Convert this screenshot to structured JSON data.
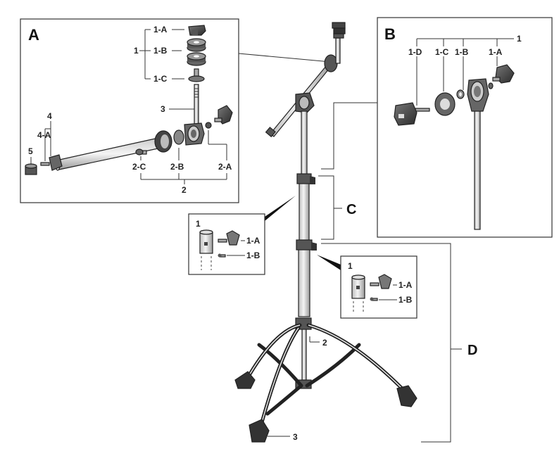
{
  "panels": {
    "A": {
      "title": "A",
      "labels": {
        "l1": "1",
        "l1a": "1-A",
        "l1b": "1-B",
        "l1c": "1-C",
        "l3": "3",
        "l4": "4",
        "l4a": "4-A",
        "l5": "5",
        "l2c": "2-C",
        "l2b": "2-B",
        "l2a": "2-A",
        "l2": "2"
      }
    },
    "B": {
      "title": "B",
      "labels": {
        "l1": "1",
        "l1d": "1-D",
        "l1c": "1-C",
        "l1b": "1-B",
        "l1a": "1-A"
      }
    },
    "C_detail": {
      "labels": {
        "l1": "1",
        "l1a": "1-A",
        "l1b": "1-B"
      }
    },
    "D_detail": {
      "labels": {
        "l1": "1",
        "l1a": "1-A",
        "l1b": "1-B"
      }
    }
  },
  "main": {
    "label_c": "C",
    "label_d": "D",
    "label_2": "2",
    "label_3": "3"
  }
}
